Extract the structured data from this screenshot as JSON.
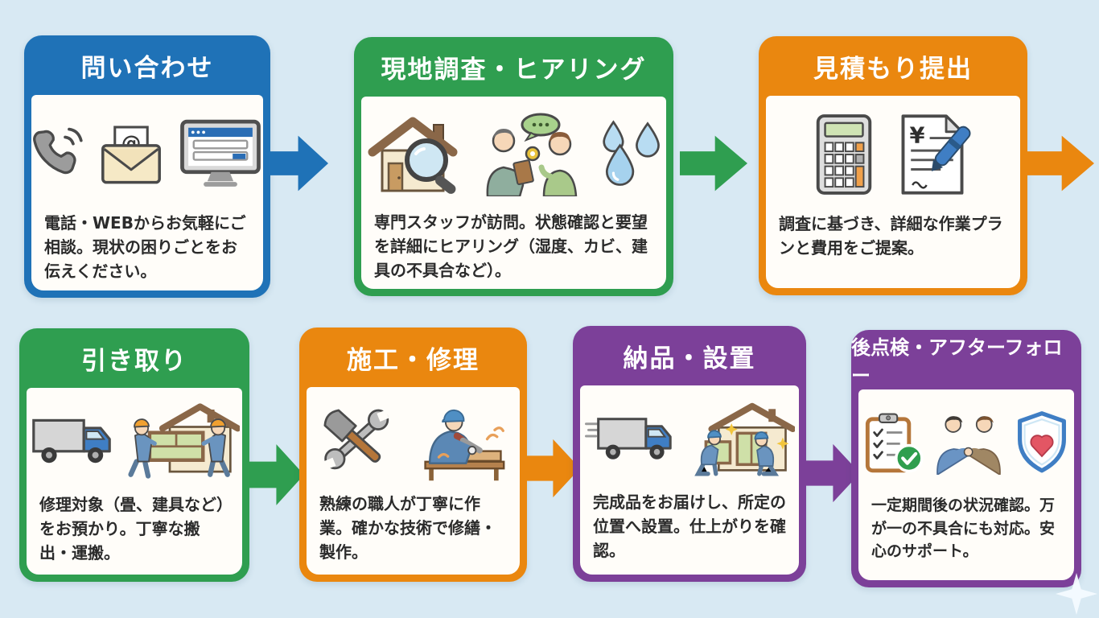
{
  "page": {
    "background_color": "#d8e9f3",
    "card_body_color": "#fffdf9",
    "text_color": "#2b2b2b"
  },
  "steps": [
    {
      "title": "問い合わせ",
      "color": "#1f72b7",
      "description": "電話・WEBからお気軽にご相談。現状の困りごとをお伝えください。",
      "icons": [
        "phone-icon",
        "email-icon",
        "web-form-icon"
      ],
      "arrow_color": "#1f72b7"
    },
    {
      "title": "現地調査・ヒアリング",
      "color": "#2f9e50",
      "description": "専門スタッフが訪問。状態確認と要望を詳細にヒアリング（湿度、カビ、建具の不具合など）。",
      "icons": [
        "house-inspection-icon",
        "hearing-staff-icon",
        "water-drops-icon"
      ],
      "arrow_color": "#2f9e50"
    },
    {
      "title": "見積もり提出",
      "color": "#ea870f",
      "description": "調査に基づき、詳細な作業プランと費用をご提案。",
      "icons": [
        "calculator-icon",
        "estimate-document-icon"
      ],
      "arrow_color": "#ea870f"
    },
    {
      "title": "引き取り",
      "color": "#2f9e50",
      "description": "修理対象（畳、建具など）をお預かり。丁寧な搬出・運搬。",
      "icons": [
        "pickup-truck-icon",
        "carry-out-icon"
      ],
      "arrow_color": "#2f9e50"
    },
    {
      "title": "施工・修理",
      "color": "#ea870f",
      "description": "熟練の職人が丁寧に作業。確かな技術で修繕・製作。",
      "icons": [
        "tools-icon",
        "craftsman-icon"
      ],
      "arrow_color": "#ea870f"
    },
    {
      "title": "納品・設置",
      "color": "#7c4099",
      "description": "完成品をお届けし、所定の位置へ設置。仕上がりを確認。",
      "icons": [
        "delivery-truck-icon",
        "installation-icon"
      ],
      "arrow_color": "#7c4099"
    },
    {
      "title": "後点検・アフターフォロー",
      "color": "#7c4099",
      "description": "一定期間後の状況確認。万が一の不具合にも対応。安心のサポート。",
      "icons": [
        "checklist-icon",
        "handshake-icon",
        "support-shield-icon"
      ],
      "arrow_color": null
    }
  ],
  "icon_glyphs": {
    "email_at": "@",
    "yen": "¥"
  },
  "decorations": {
    "sparkle": "sparkle-icon"
  }
}
